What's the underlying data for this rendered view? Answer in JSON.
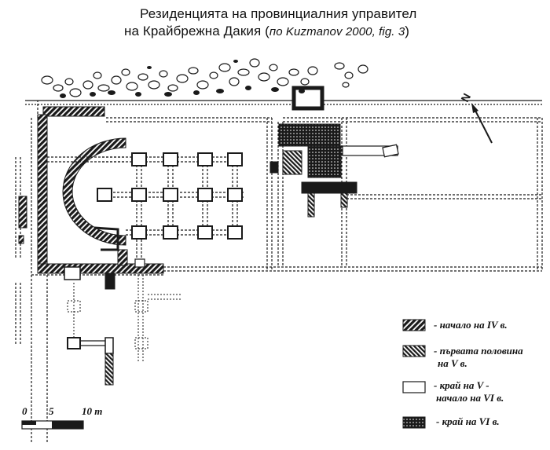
{
  "title": {
    "line1": "Резиденцията на провинциалния управител",
    "line2_main": "на Крайбрежна Дакия (",
    "line2_ref": "по Kuzmanov 2000, fig. 3",
    "line2_close": ")"
  },
  "north_label": "N",
  "scale": {
    "t0": "0",
    "t5": "5",
    "t10": "10 m"
  },
  "legend": [
    {
      "id": "early-4th",
      "lines": [
        "- начало на IV в."
      ]
    },
    {
      "id": "first-half-5th",
      "lines": [
        "- първата половина",
        "на V в."
      ]
    },
    {
      "id": "late-5th-early-6th",
      "lines": [
        "- край на V -",
        "начало на VI в."
      ]
    },
    {
      "id": "late-6th",
      "lines": [
        "- край на VI в."
      ]
    }
  ],
  "colors": {
    "ink": "#1a1a1a",
    "paper": "#ffffff"
  },
  "icons": [
    "north-arrow-icon",
    "scale-bar-icon"
  ]
}
